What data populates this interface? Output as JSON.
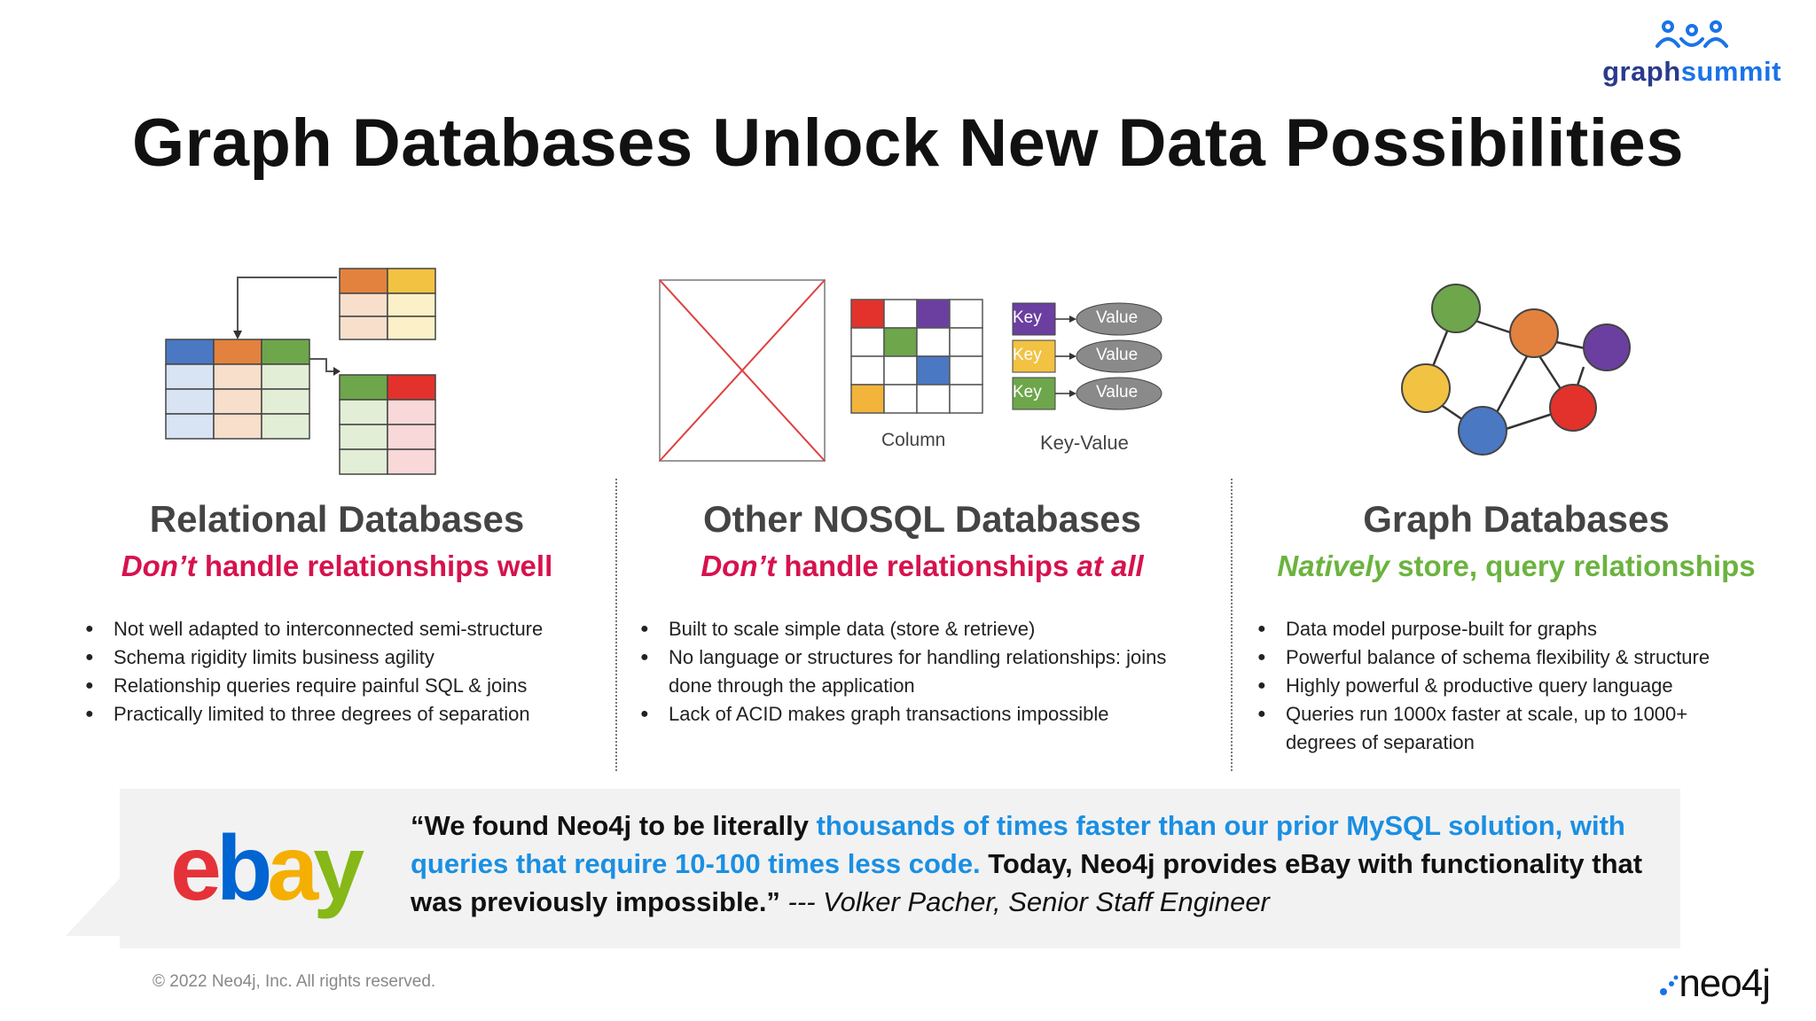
{
  "title": "Graph Databases Unlock New Data Possibilities",
  "brand": {
    "prefix": "graph",
    "suffix": "summit"
  },
  "columns": [
    {
      "title": "Relational Databases",
      "subtitle_em": "Don’t",
      "subtitle_rest": " handle relationships well",
      "bullets": [
        "Not well adapted to interconnected semi-structure",
        "Schema rigidity limits business agility",
        "Relationship queries require painful SQL & joins",
        "Practically limited to three degrees of separation"
      ]
    },
    {
      "title": "Other NOSQL Databases",
      "subtitle_em": "Don’t",
      "subtitle_rest": " handle relationships ",
      "subtitle_em2": "at all",
      "bullets": [
        "Built to scale simple data (store & retrieve)",
        "No language or structures for handling relationships: joins done through the application",
        "Lack of ACID makes graph transactions impossible"
      ],
      "diagram_labels": {
        "column": "Column",
        "key_value": "Key-Value",
        "key": "Key",
        "value": "Value"
      }
    },
    {
      "title": "Graph Databases",
      "subtitle_em": "Natively",
      "subtitle_rest": " store, query relationships",
      "bullets": [
        "Data model purpose-built for graphs",
        "Powerful balance of schema flexibility & structure",
        "Highly powerful & productive query language",
        "Queries run 1000x faster at scale, up to 1000+ degrees of separation"
      ]
    }
  ],
  "quote": {
    "logo_letters": [
      "e",
      "b",
      "a",
      "y"
    ],
    "logo_colors": [
      "#e53238",
      "#0064d2",
      "#f5af02",
      "#86b817"
    ],
    "part1": "“We found Neo4j to be literally ",
    "highlight": "thousands of times faster than our prior MySQL solution, with queries that require 10-100 times less code.",
    "part2": " Today, Neo4j provides eBay with functionality that was previously impossible.”",
    "attribution": " --- Volker Pacher, Senior Staff Engineer"
  },
  "footer": {
    "copyright": "© 2022 Neo4j, Inc. All rights reserved.",
    "neo4j": "neo4j"
  },
  "colors": {
    "pink": "#d6124f",
    "green": "#6bb33e",
    "blue": "#1a8fe3"
  }
}
